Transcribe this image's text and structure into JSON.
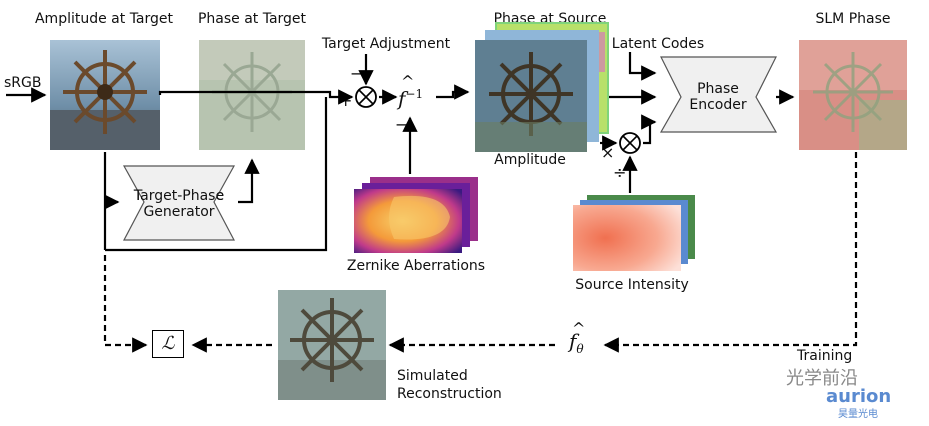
{
  "labels": {
    "amplitude_at_target": "Amplitude at Target",
    "phase_at_target": "Phase at Target",
    "phase_at_source": "Phase at Source",
    "slm_phase": "SLM Phase",
    "srgb": "sRGB",
    "target_adjustment": "Target Adjustment",
    "latent_codes": "Latent Codes",
    "phase_encoder_line1": "Phase",
    "phase_encoder_line2": "Encoder",
    "amplitude": "Amplitude",
    "target_phase_generator_line1": "Target-Phase",
    "target_phase_generator_line2": "Generator",
    "zernike_aberrations": "Zernike Aberrations",
    "source_intensity": "Source Intensity",
    "training": "Training",
    "simulated_line1": "Simulated",
    "simulated_line2": "Reconstruction",
    "loss_symbol": "ℒ",
    "f_inverse": "f",
    "f_inverse_sup": "−1",
    "f_theta": "f",
    "f_theta_sub": "θ",
    "plus_sign": "+",
    "minus_sign_top": "−",
    "minus_sign_bottom": "−",
    "times_sign": "×",
    "divide_sign": "÷"
  },
  "watermark": {
    "cn_text": "光学前沿",
    "brand": "aurion",
    "brand_cn": "昊量光电"
  },
  "colors": {
    "block_fill": "#f0f0f0",
    "arrow": "#000000"
  }
}
